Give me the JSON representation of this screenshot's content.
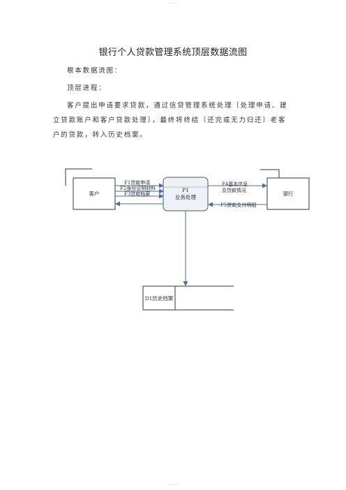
{
  "document": {
    "title": "银行个人贷款管理系统顶层数据流图",
    "paragraphs": [
      "根本数据流图：",
      "顶层进程：",
      "客户提出申请要求贷款，通过信贷管理系统处理〔处理申请、建立贷款账户和客户贷款处理〕，最终将终结〔还完或无力归还〕老客户的贷款，转入历史档案。"
    ]
  },
  "diagram": {
    "entities": {
      "customer": "客户",
      "bank": "银行"
    },
    "process": {
      "id": "P1",
      "name": "业务处理"
    },
    "datastore": {
      "name": "D1历史档案"
    },
    "flows": {
      "f1": "F1贷款申请",
      "f2": "F2身份证明材料",
      "f3": "F3贷款档案",
      "f4_line1": "F4基本信息",
      "f4_line2": "及贷款情况",
      "f5": "F5贷款支付明细"
    }
  }
}
